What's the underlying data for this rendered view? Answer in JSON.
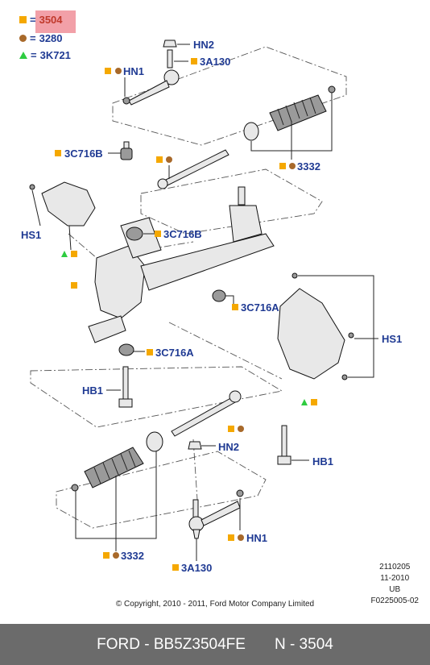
{
  "legend": [
    {
      "symbol": "square",
      "value": "3504",
      "highlight": true
    },
    {
      "symbol": "circle",
      "value": "3280"
    },
    {
      "symbol": "triangle",
      "value": "3K721"
    }
  ],
  "legend_eq": "=",
  "callouts": {
    "hn2_top": "HN2",
    "hn1_top": "HN1",
    "a3a130_top": "3A130",
    "c3c716b_top": "3C716B",
    "c3332_top": "3332",
    "hs1_left": "HS1",
    "c3c716b_mid": "3C716B",
    "c3c716a_mid": "3C716A",
    "c3c716a_low": "3C716A",
    "hs1_right": "HS1",
    "hb1_left": "HB1",
    "hn2_bottom": "HN2",
    "hb1_right": "HB1",
    "hn1_bottom": "HN1",
    "c3332_bottom": "3332",
    "a3a130_bottom": "3A130"
  },
  "refblock": {
    "line1": "2110205",
    "line2": "11-2010",
    "line3": "UB",
    "line4": "F0225005-02"
  },
  "copyright": "© Copyright, 2010 - 2011, Ford Motor Company Limited",
  "footer": {
    "part": "FORD - BB5Z3504FE",
    "number": "N - 3504"
  },
  "colors": {
    "label_blue": "#1f3a93",
    "square_orange": "#f5a800",
    "circle_brown": "#a8692a",
    "triangle_green": "#2ecc40",
    "highlight_pink": "#f2a0a8",
    "footer_gray": "#6b6b6b"
  }
}
